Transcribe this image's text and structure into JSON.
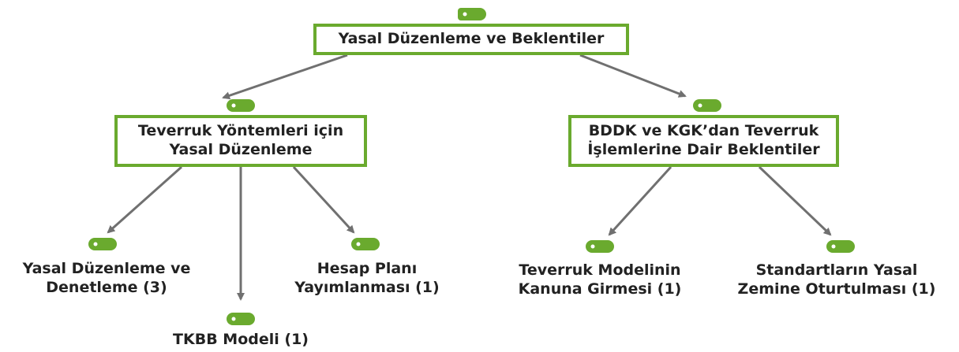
{
  "colors": {
    "box_border": "#6aaa2e",
    "tag_fill": "#6aaa2e",
    "arrow": "#707070",
    "text": "#222222"
  },
  "icons": {
    "tag": "tag-icon"
  },
  "root": {
    "line1": "Yasal Düzenleme ve Beklentiler"
  },
  "left_branch": {
    "line1": "Teverruk Yöntemleri için",
    "line2": "Yasal Düzenleme"
  },
  "right_branch": {
    "line1": "BDDK ve KGK’dan Teverruk",
    "line2": "İşlemlerine Dair Beklentiler"
  },
  "leaves": {
    "yasal_duzenleme_denetleme": {
      "line1": "Yasal Düzenleme ve",
      "line2": "Denetleme (3)"
    },
    "tkbb_modeli": {
      "line1": "TKBB Modeli (1)"
    },
    "hesap_plani": {
      "line1": "Hesap Planı",
      "line2": "Yayımlanması (1)"
    },
    "teverruk_modelinin": {
      "line1": "Teverruk Modelinin",
      "line2": "Kanuna Girmesi (1)"
    },
    "standartlarin": {
      "line1": "Standartların Yasal",
      "line2": "Zemine Oturtulması (1)"
    }
  }
}
